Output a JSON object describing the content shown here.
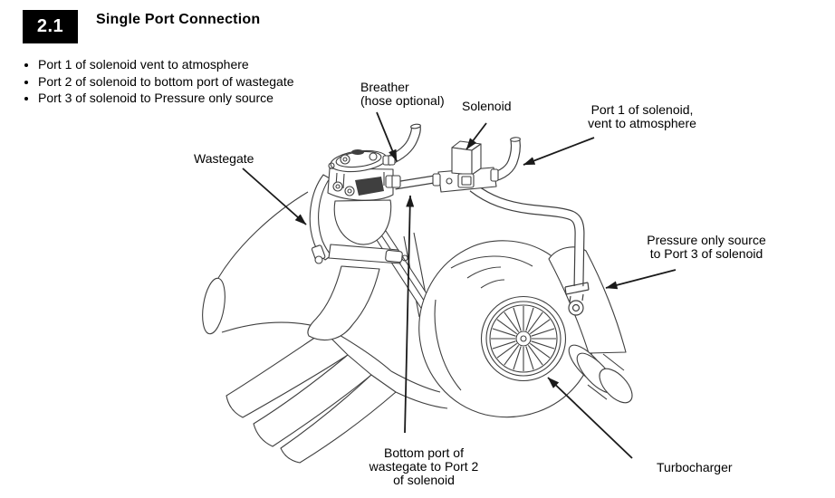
{
  "page": {
    "background": "#ffffff",
    "ink": "#000000",
    "line_color": "#3f3f3f",
    "arrow_color": "#1a1a1a"
  },
  "header": {
    "section_number": "2.1",
    "title": "Single Port Connection",
    "badge_bg": "#000000",
    "badge_fg": "#ffffff"
  },
  "bullets": [
    "Port 1 of solenoid vent to atmosphere",
    "Port 2 of solenoid to bottom port of wastegate",
    "Port 3 of solenoid to Pressure only source"
  ],
  "diagram": {
    "callouts": {
      "breather": "Breather\n(hose optional)",
      "solenoid": "Solenoid",
      "port1": "Port 1 of solenoid,\nvent to atmosphere",
      "wastegate": "Wastegate",
      "pressure_source": "Pressure only source\nto Port 3 of solenoid",
      "bottom_port": "Bottom port of\nwastegate to Port 2\nof solenoid",
      "turbocharger": "Turbocharger"
    }
  }
}
